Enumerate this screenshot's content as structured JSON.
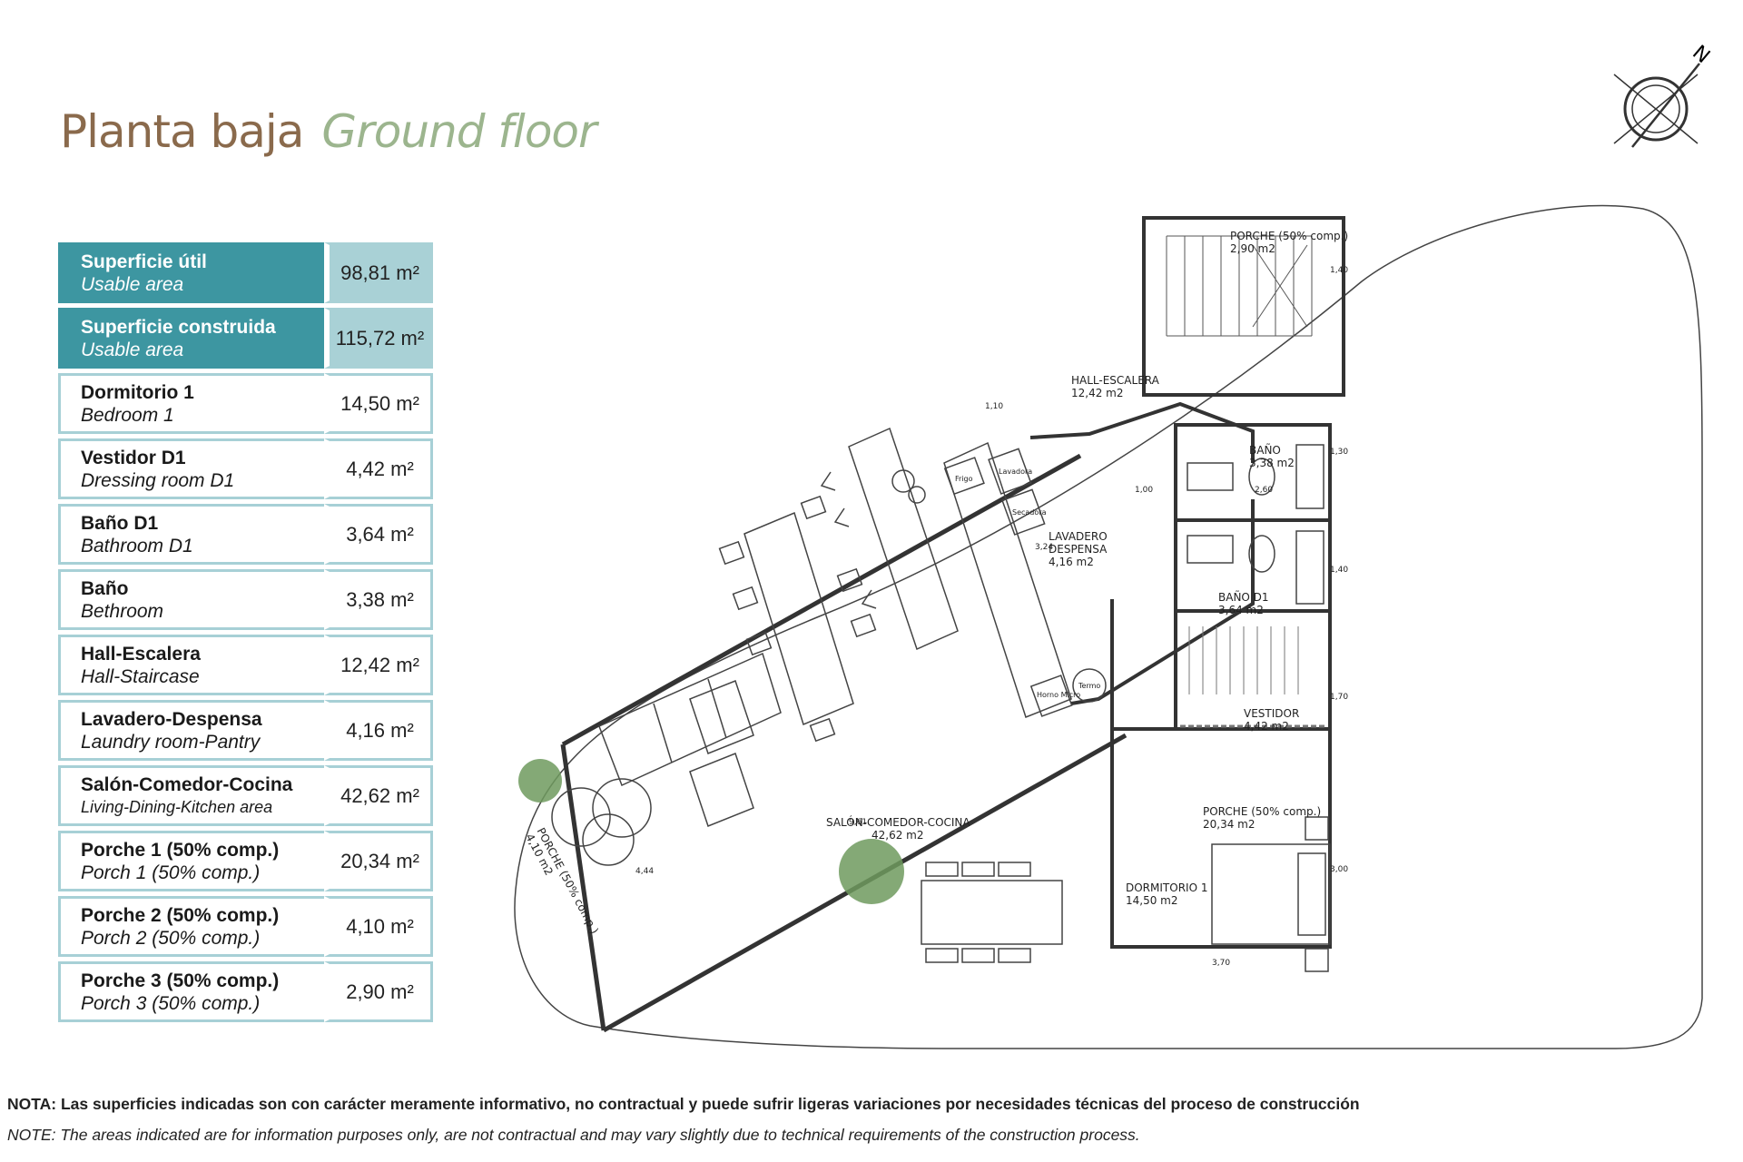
{
  "title": {
    "es": "Planta baja",
    "en": "Ground floor"
  },
  "compass": {
    "north_label": "N"
  },
  "areas": [
    {
      "es": "Superficie útil",
      "en": "Usable area",
      "value": "98,81 m²",
      "highlight": true
    },
    {
      "es": "Superficie construida",
      "en": "Usable area",
      "value": "115,72 m²",
      "highlight": true
    },
    {
      "es": "Dormitorio 1",
      "en": "Bedroom 1",
      "value": "14,50 m²"
    },
    {
      "es": "Vestidor D1",
      "en": "Dressing room D1",
      "value": "4,42 m²"
    },
    {
      "es": "Baño D1",
      "en": "Bathroom D1",
      "value": "3,64 m²"
    },
    {
      "es": "Baño",
      "en": "Bethroom",
      "value": "3,38 m²"
    },
    {
      "es": "Hall-Escalera",
      "en": "Hall-Staircase",
      "value": "12,42 m²"
    },
    {
      "es": "Lavadero-Despensa",
      "en": "Laundry room-Pantry",
      "value": "4,16 m²"
    },
    {
      "es": "Salón-Comedor-Cocina",
      "en": "Living-Dining-Kitchen area",
      "value": "42,62 m²"
    },
    {
      "es": "Porche 1 (50% comp.)",
      "en": "Porch 1 (50% comp.)",
      "value": "20,34 m²"
    },
    {
      "es": "Porche 2 (50% comp.)",
      "en": "Porch 2 (50% comp.)",
      "value": "4,10 m²"
    },
    {
      "es": "Porche 3 (50% comp.)",
      "en": "Porch 3 (50% comp.)",
      "value": "2,90 m²"
    }
  ],
  "plan": {
    "rooms": {
      "porche_top": {
        "name": "PORCHE (50% comp.)",
        "area": "2,90 m2"
      },
      "hall": {
        "name": "HALL-ESCALERA",
        "area": "12,42 m2"
      },
      "bano": {
        "name": "BAÑO",
        "area": "3,38 m2"
      },
      "lavadero": {
        "name1": "LAVADERO",
        "name2": "DESPENSA",
        "area": "4,16 m2"
      },
      "bano_d1": {
        "name": "BAÑO D1",
        "area": "3,64 m2"
      },
      "vestidor": {
        "name": "VESTIDOR",
        "area": "4,42 m2"
      },
      "salon": {
        "name": "SALÓN-COMEDOR-COCINA",
        "area": "42,62 m2"
      },
      "porche_mid": {
        "name": "PORCHE (50% comp.)",
        "area": "20,34 m2"
      },
      "dormitorio": {
        "name": "DORMITORIO 1",
        "area": "14,50 m2"
      },
      "porche_left": {
        "name": "PORCHE (50% comp.)",
        "area": "4,10 m2"
      }
    },
    "fixtures": {
      "frigo": "Frigo",
      "lavadora": "Lavadora",
      "secadora": "Secadora",
      "horno": "Horno Micro",
      "termo": "Termo"
    },
    "dimensions": [
      "1,10",
      "1,00",
      "2,60",
      "3,24",
      "1,40",
      "1,30",
      "1,40",
      "1,70",
      "3,00",
      "3,70",
      "9,61",
      "4,44"
    ]
  },
  "notes": {
    "es": "NOTA: Las superficies indicadas son con carácter meramente informativo, no contractual y puede sufrir ligeras variaciones por necesidades técnicas del proceso de construcción",
    "en": "NOTE: The areas indicated are for information purposes only, are not contractual and may vary slightly due to technical requirements of the construction process."
  },
  "colors": {
    "title_es": "#8a6a4c",
    "title_en": "#9cb58e",
    "table_dark": "#3d96a1",
    "table_light": "#a9d1d6",
    "table_border": "#a7d0d6"
  }
}
